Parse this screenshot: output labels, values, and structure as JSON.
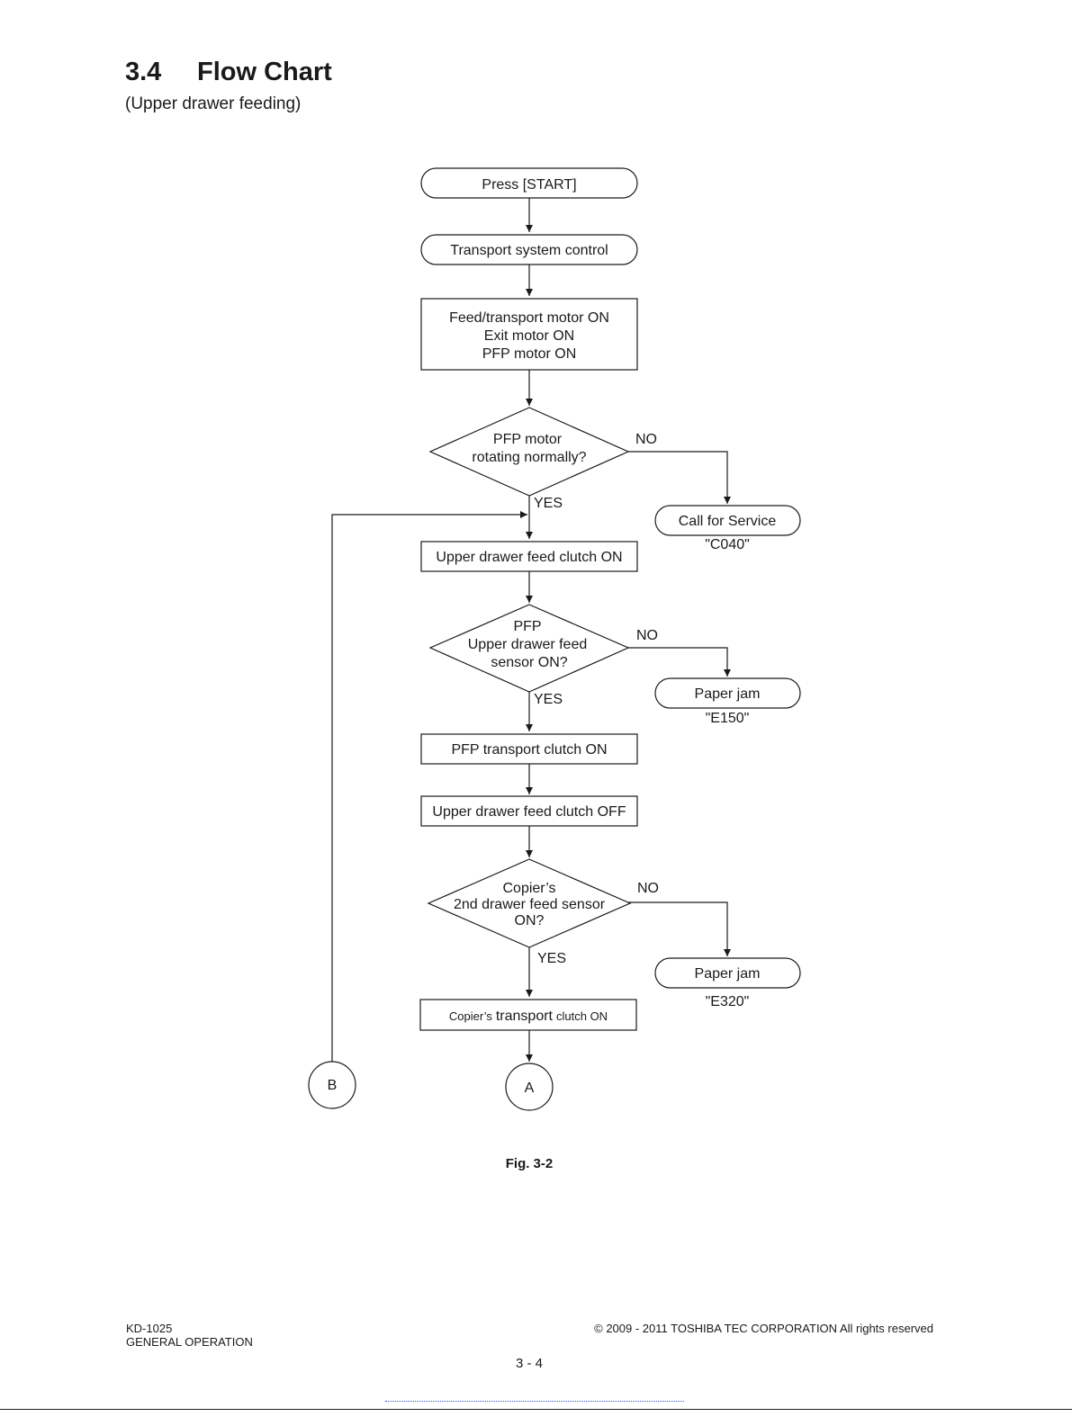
{
  "header": {
    "section_number": "3.4",
    "section_title": "Flow Chart",
    "subtitle": "(Upper drawer feeding)"
  },
  "flowchart": {
    "start": "Press [START]",
    "transport_control": "Transport system control",
    "motors": [
      "Feed/transport motor ON",
      "Exit motor ON",
      "PFP motor ON"
    ],
    "decision1": [
      "PFP motor",
      "rotating normally?"
    ],
    "decision1_no": "NO",
    "decision1_yes": "YES",
    "service": "Call for Service",
    "service_code": "\"C040\"",
    "upper_clutch_on": "Upper drawer feed clutch ON",
    "decision2": [
      "PFP",
      "Upper drawer feed",
      "sensor ON?"
    ],
    "decision2_no": "NO",
    "decision2_yes": "YES",
    "jam1": "Paper jam",
    "jam1_code": "\"E150\"",
    "pfp_transport_on": "PFP transport clutch ON",
    "upper_clutch_off": "Upper drawer feed clutch OFF",
    "decision3": [
      "Copier’s",
      "2nd drawer feed sensor",
      "ON?"
    ],
    "decision3_no": "NO",
    "decision3_yes": "YES",
    "jam2": "Paper jam",
    "jam2_code": "\"E320\"",
    "copier_transport_prefix": "Copier’s",
    "copier_transport_mid": "transport",
    "copier_transport_suffix": "clutch ON",
    "connector_a": "A",
    "connector_b": "B"
  },
  "figure": {
    "caption": "Fig. 3-2"
  },
  "footer": {
    "model": "KD-1025",
    "chapter": "GENERAL OPERATION",
    "copyright": "© 2009 - 2011 TOSHIBA TEC CORPORATION All rights reserved",
    "page": "3 - 4"
  }
}
